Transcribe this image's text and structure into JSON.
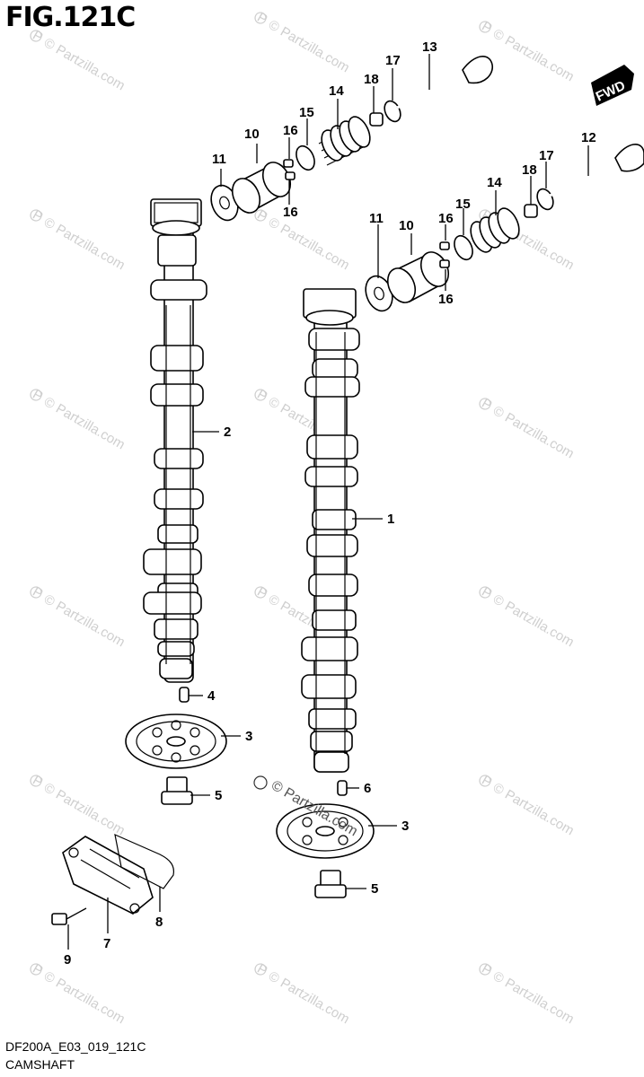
{
  "figure": {
    "title": "FIG.121C",
    "model_code": "DF200A_E03_019_121C",
    "caption": "CAMSHAFT",
    "direction_tag": "FWD",
    "watermark": "© Partzilla.com"
  },
  "callouts": [
    {
      "id": "c1",
      "label": "1"
    },
    {
      "id": "c2",
      "label": "2"
    },
    {
      "id": "c3a",
      "label": "3"
    },
    {
      "id": "c3b",
      "label": "3"
    },
    {
      "id": "c4",
      "label": "4"
    },
    {
      "id": "c5a",
      "label": "5"
    },
    {
      "id": "c5b",
      "label": "5"
    },
    {
      "id": "c6",
      "label": "6"
    },
    {
      "id": "c7",
      "label": "7"
    },
    {
      "id": "c8",
      "label": "8"
    },
    {
      "id": "c9",
      "label": "9"
    },
    {
      "id": "c10a",
      "label": "10"
    },
    {
      "id": "c10b",
      "label": "10"
    },
    {
      "id": "c11a",
      "label": "11"
    },
    {
      "id": "c11b",
      "label": "11"
    },
    {
      "id": "c12",
      "label": "12"
    },
    {
      "id": "c13",
      "label": "13"
    },
    {
      "id": "c14a",
      "label": "14"
    },
    {
      "id": "c14b",
      "label": "14"
    },
    {
      "id": "c15a",
      "label": "15"
    },
    {
      "id": "c15b",
      "label": "15"
    },
    {
      "id": "c16a",
      "label": "16"
    },
    {
      "id": "c16b",
      "label": "16"
    },
    {
      "id": "c16c",
      "label": "16"
    },
    {
      "id": "c16d",
      "label": "16"
    },
    {
      "id": "c17a",
      "label": "17"
    },
    {
      "id": "c17b",
      "label": "17"
    },
    {
      "id": "c18a",
      "label": "18"
    },
    {
      "id": "c18b",
      "label": "18"
    }
  ]
}
